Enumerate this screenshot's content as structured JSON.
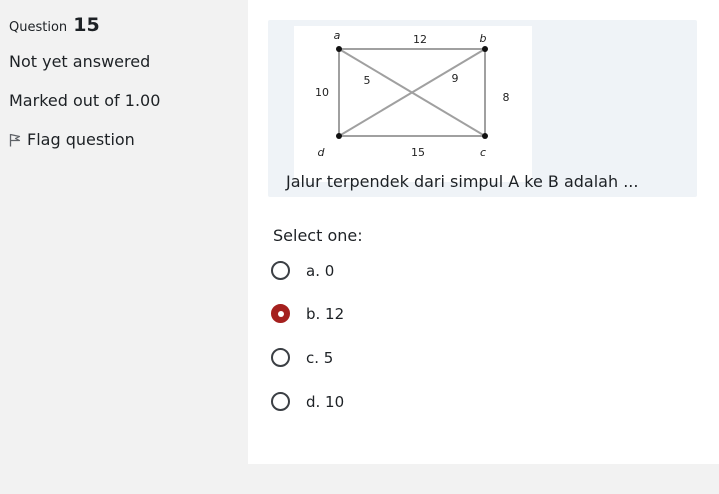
{
  "info": {
    "question_label": "Question",
    "question_number": "15",
    "state": "Not yet answered",
    "grade": "Marked out of 1.00",
    "flag_label": "Flag question"
  },
  "question": {
    "text": "Jalur terpendek dari simpul A ke B adalah ...",
    "graph": {
      "vertices": [
        "a",
        "b",
        "c",
        "d"
      ],
      "edges": [
        {
          "from": "a",
          "to": "b",
          "weight": "12"
        },
        {
          "from": "a",
          "to": "d",
          "weight": "10"
        },
        {
          "from": "a",
          "to": "c",
          "weight": "5"
        },
        {
          "from": "d",
          "to": "b",
          "weight": "9"
        },
        {
          "from": "b",
          "to": "c",
          "weight": "8"
        },
        {
          "from": "d",
          "to": "c",
          "weight": "15"
        }
      ]
    }
  },
  "answer": {
    "prompt": "Select one:",
    "options": [
      {
        "label": "a. 0",
        "selected": false
      },
      {
        "label": "b. 12",
        "selected": true
      },
      {
        "label": "c. 5",
        "selected": false
      },
      {
        "label": "d. 10",
        "selected": false
      }
    ]
  },
  "colors": {
    "selected_radio": "#a5201e",
    "question_background": "#eff3f7"
  }
}
